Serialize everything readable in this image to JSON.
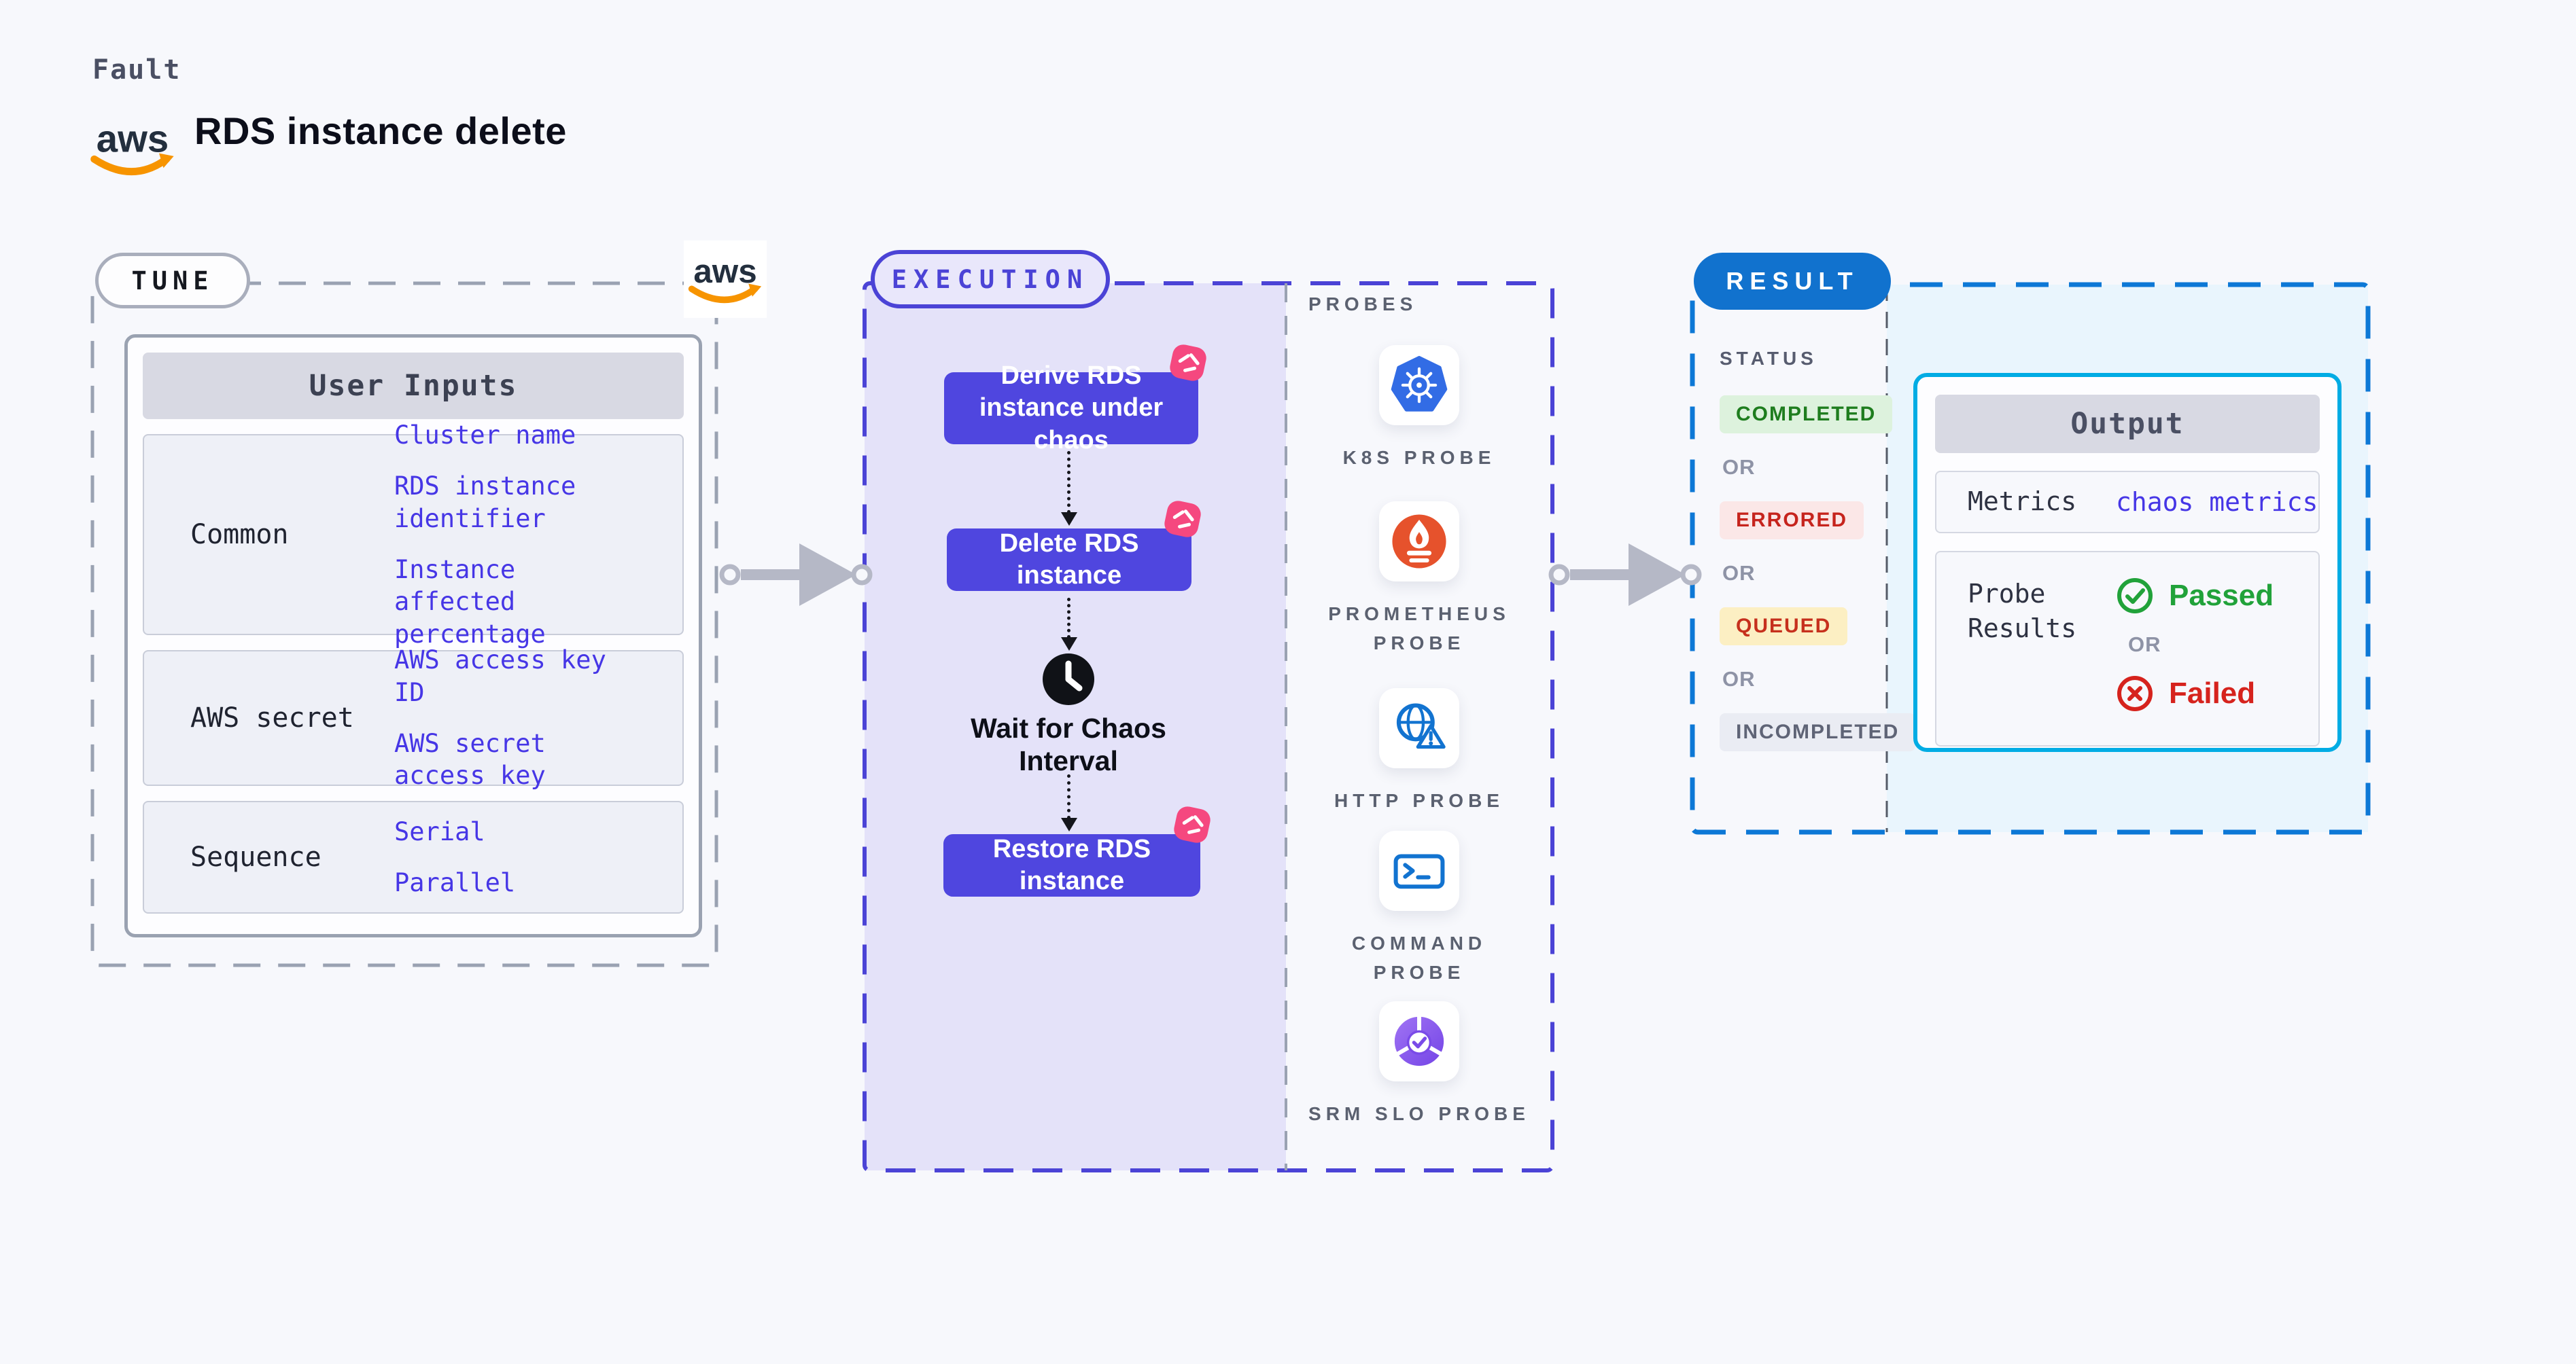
{
  "header": {
    "eyebrow": "Fault",
    "title": "RDS instance delete",
    "aws_logo_text": "aws"
  },
  "tune": {
    "badge": "TUNE",
    "table": {
      "header": "User Inputs",
      "rows": [
        {
          "label": "Common",
          "values": [
            "Cluster name",
            "RDS instance identifier",
            "Instance affected percentage"
          ]
        },
        {
          "label": "AWS secret",
          "values": [
            "AWS access key ID",
            "AWS secret access key"
          ]
        },
        {
          "label": "Sequence",
          "values": [
            "Serial",
            "Parallel"
          ]
        }
      ]
    }
  },
  "execution": {
    "badge": "EXECUTION",
    "steps": [
      "Derive RDS instance under chaos",
      "Delete RDS instance",
      "Restore RDS instance"
    ],
    "wait_label": "Wait for Chaos Interval"
  },
  "probes": {
    "title": "PROBES",
    "items": [
      {
        "label": "K8S PROBE",
        "icon": "kubernetes-icon"
      },
      {
        "label": "PROMETHEUS PROBE",
        "icon": "prometheus-icon"
      },
      {
        "label": "HTTP PROBE",
        "icon": "http-globe-icon"
      },
      {
        "label": "COMMAND PROBE",
        "icon": "terminal-icon"
      },
      {
        "label": "SRM SLO PROBE",
        "icon": "slo-donut-icon"
      }
    ]
  },
  "result": {
    "badge": "RESULT",
    "status_title": "STATUS",
    "or_label": "OR",
    "statuses": [
      {
        "label": "COMPLETED",
        "bg": "#ddf2dd",
        "color": "#1e7d1e"
      },
      {
        "label": "ERRORED",
        "bg": "#fbe7e7",
        "color": "#c6241d"
      },
      {
        "label": "QUEUED",
        "bg": "#fcefc3",
        "color": "#c6301d"
      },
      {
        "label": "INCOMPLETED",
        "bg": "#eaecf3",
        "color": "#5f6476"
      }
    ],
    "output": {
      "header": "Output",
      "metrics_label": "Metrics",
      "metrics_value": "chaos metrics",
      "probe_results_label": "Probe Results",
      "passed_label": "Passed",
      "failed_label": "Failed"
    }
  },
  "colors": {
    "page_bg": "#f7f8fc",
    "step_box": "#4f46df",
    "execution_accent": "#4b43d6",
    "execution_panel": "#e4e2f9",
    "chaos_pink": "#f5487f",
    "result_blue": "#1172ce",
    "result_panel": "#e9f5fd",
    "output_border": "#00ace4",
    "value_blue": "#4636e6",
    "passed_green": "#21a23a",
    "failed_red": "#d6231d",
    "kubernetes_blue": "#326ce5",
    "prometheus_orange": "#e6522c",
    "http_blue": "#1273d0",
    "slo_purple": "#7a4be8",
    "aws_orange": "#f79400",
    "aws_navy": "#232f3e",
    "arrow_gray": "#b5b8c6"
  }
}
